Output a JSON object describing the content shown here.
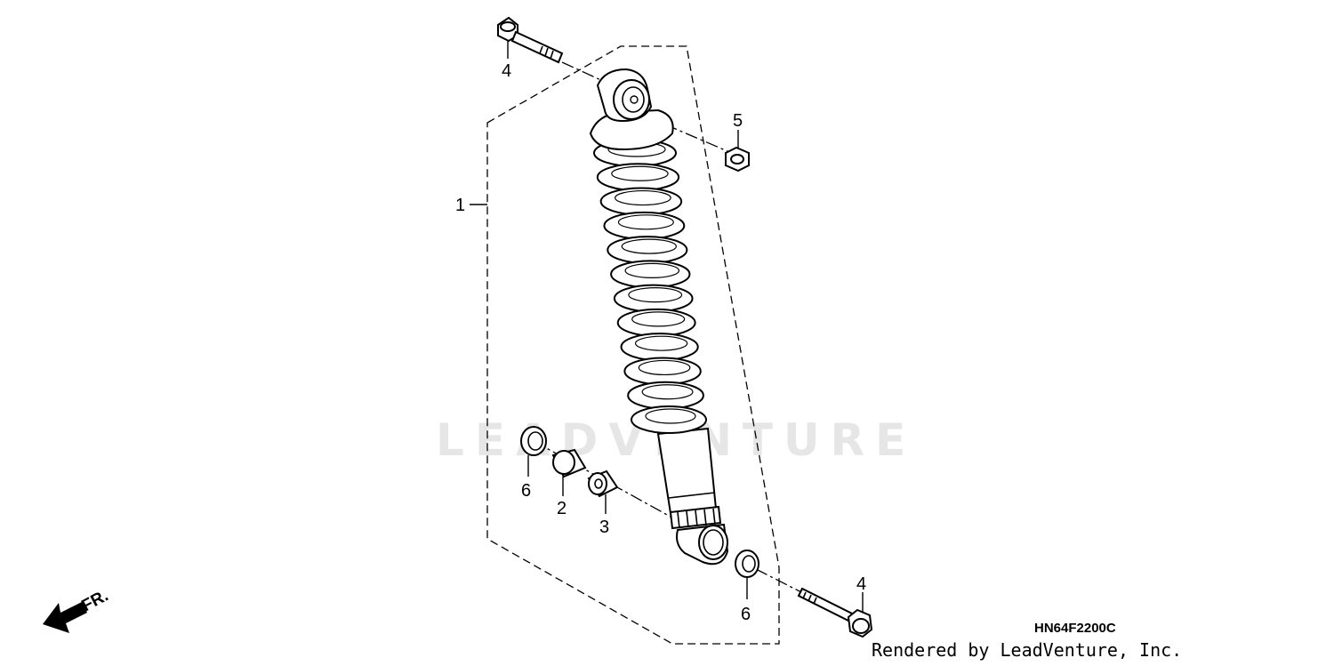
{
  "watermark": "LEADVENTURE",
  "callouts": {
    "c1": "1",
    "c2": "2",
    "c3": "3",
    "c4_top": "4",
    "c4_bottom": "4",
    "c5": "5",
    "c6_left": "6",
    "c6_right": "6"
  },
  "direction_label": "FR.",
  "diagram_code": "HN64F2200C",
  "credit": "Rendered by LeadVenture, Inc."
}
